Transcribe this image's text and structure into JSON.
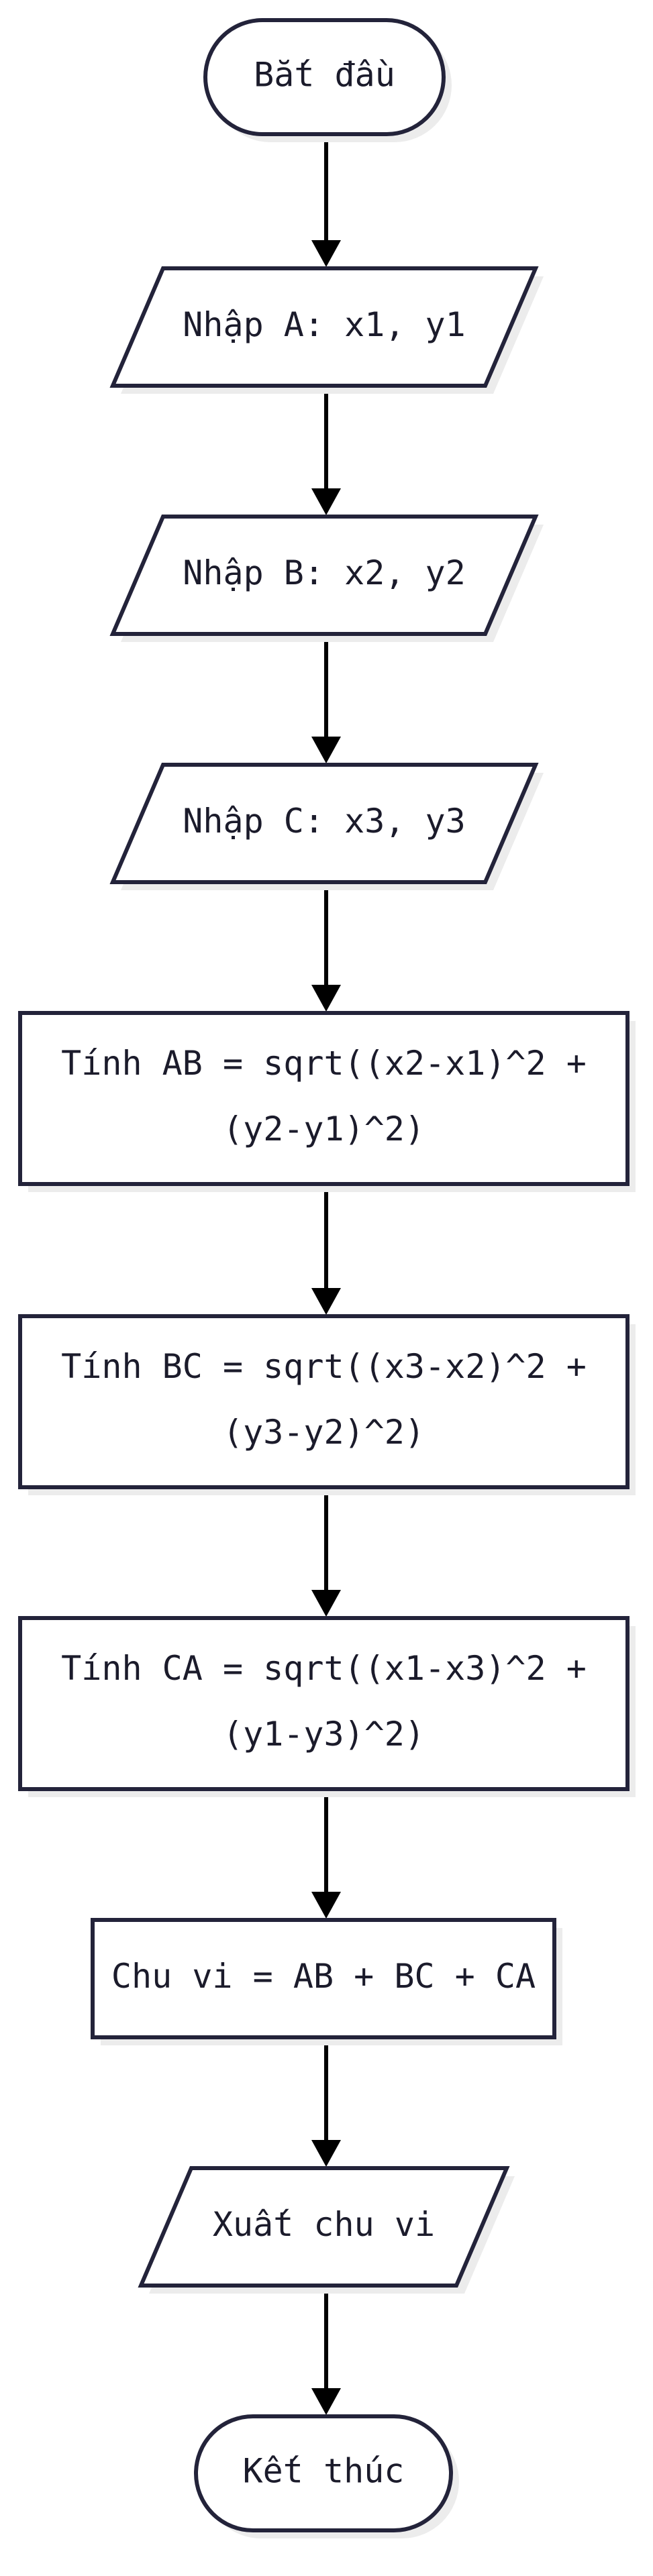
{
  "nodes": {
    "start": {
      "text": [
        "Bắt đầu"
      ]
    },
    "input_a": {
      "text": [
        "Nhập A: x1, y1"
      ]
    },
    "input_b": {
      "text": [
        "Nhập B: x2, y2"
      ]
    },
    "input_c": {
      "text": [
        "Nhập C: x3, y3"
      ]
    },
    "calc_ab": {
      "text": [
        "Tính AB = sqrt((x2-x1)^2 +",
        "(y2-y1)^2)"
      ]
    },
    "calc_bc": {
      "text": [
        "Tính BC = sqrt((x3-x2)^2 +",
        "(y3-y2)^2)"
      ]
    },
    "calc_ca": {
      "text": [
        "Tính CA = sqrt((x1-x3)^2 +",
        "(y1-y3)^2)"
      ]
    },
    "perimeter": {
      "text": [
        "Chu vi = AB + BC + CA"
      ]
    },
    "output": {
      "text": [
        "Xuất chu vi"
      ]
    },
    "end": {
      "text": [
        "Kết thúc"
      ]
    }
  },
  "edges": [
    [
      "start",
      "input_a"
    ],
    [
      "input_a",
      "input_b"
    ],
    [
      "input_b",
      "input_c"
    ],
    [
      "input_c",
      "calc_ab"
    ],
    [
      "calc_ab",
      "calc_bc"
    ],
    [
      "calc_bc",
      "calc_ca"
    ],
    [
      "calc_ca",
      "perimeter"
    ],
    [
      "perimeter",
      "output"
    ],
    [
      "output",
      "end"
    ]
  ],
  "colors": {
    "stroke": "#23233a",
    "arrow": "#000000",
    "fill": "#ffffff",
    "text": "#1b1b2b"
  }
}
